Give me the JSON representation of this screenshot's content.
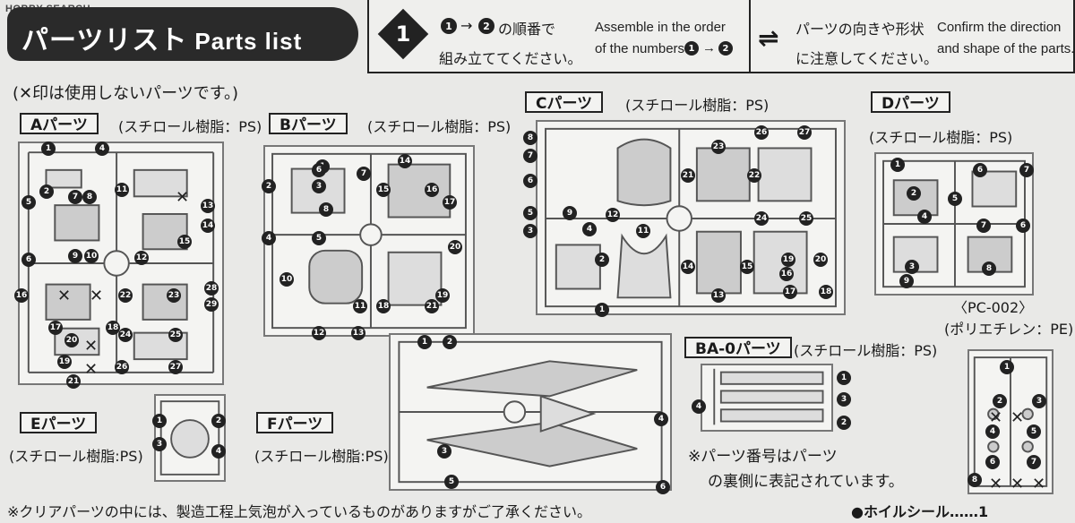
{
  "logo": "HOBBY SEARCH",
  "header": {
    "title_jp": "パーツリスト",
    "title_en": "Parts list"
  },
  "instructions": {
    "step_number": "1",
    "order_jp_line1": "の順番で",
    "order_jp_line2": "組み立ててください。",
    "order_en_line1": "Assemble in the order",
    "order_en_line2": "of the numbers",
    "seq_from": "1",
    "seq_to": "2",
    "direction_jp_line1": "パーツの向きや形状",
    "direction_jp_line2": "に注意してください。",
    "direction_en_line1": "Confirm the direction",
    "direction_en_line2": "and shape of the parts."
  },
  "unused_note": "(✕印は使用しないパーツです。)",
  "parts": {
    "A": {
      "label": "Aパーツ",
      "material": "(スチロール樹脂：PS)"
    },
    "B": {
      "label": "Bパーツ",
      "material": "(スチロール樹脂：PS)"
    },
    "C": {
      "label": "Cパーツ",
      "material": "(スチロール樹脂：PS)"
    },
    "D": {
      "label": "Dパーツ",
      "material": "(スチロール樹脂：PS)"
    },
    "E": {
      "label": "Eパーツ",
      "material": "(スチロール樹脂:PS)"
    },
    "F": {
      "label": "Fパーツ",
      "material": "(スチロール樹脂:PS)"
    },
    "BA0": {
      "label": "BA-0パーツ",
      "material": "(スチロール樹脂：PS)"
    },
    "PC": {
      "label": "〈PC-002〉",
      "material": "(ポリエチレン：PE)"
    }
  },
  "numbers": {
    "A": [
      "1",
      "4",
      "2",
      "7",
      "8",
      "11",
      "13",
      "14",
      "5",
      "15",
      "6",
      "9",
      "10",
      "12",
      "16",
      "22",
      "23",
      "28",
      "29",
      "17",
      "18",
      "24",
      "25",
      "20",
      "19",
      "26",
      "27",
      "21"
    ],
    "B": [
      "1",
      "6",
      "7",
      "14",
      "2",
      "3",
      "15",
      "16",
      "17",
      "8",
      "4",
      "5",
      "20",
      "10",
      "11",
      "18",
      "19",
      "21",
      "12",
      "13"
    ],
    "C": [
      "8",
      "7",
      "6",
      "5",
      "3",
      "9",
      "4",
      "2",
      "12",
      "11",
      "23",
      "26",
      "27",
      "21",
      "22",
      "24",
      "25",
      "14",
      "15",
      "13",
      "19",
      "16",
      "17",
      "20",
      "18",
      "1"
    ],
    "D": [
      "1",
      "6",
      "7",
      "2",
      "5",
      "4",
      "7",
      "6",
      "3",
      "8",
      "9"
    ],
    "E": [
      "1",
      "2",
      "3",
      "4"
    ],
    "F": [
      "1",
      "2",
      "3",
      "4",
      "5",
      "6"
    ],
    "BA0": [
      "1",
      "3",
      "4",
      "2"
    ],
    "PC": [
      "1",
      "2",
      "3",
      "4",
      "5",
      "6",
      "7",
      "8"
    ]
  },
  "bullet_note_line1": "※パーツ番号はパーツ",
  "bullet_note_line2": "の裏側に表記されています。",
  "footer_note": "※クリアパーツの中には、製造工程上気泡が入っているものがありますがご了承ください。",
  "seal_label": "●ホイルシール……1"
}
